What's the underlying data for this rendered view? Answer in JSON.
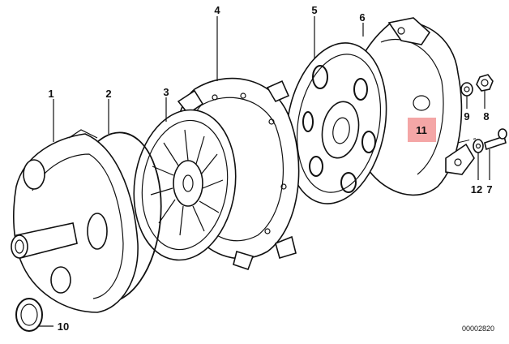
{
  "diagram": {
    "callouts": [
      "1",
      "2",
      "3",
      "4",
      "5",
      "6",
      "7",
      "8",
      "9",
      "10",
      "12"
    ],
    "highlighted_callout": "11",
    "highlight_color": "#f4a6a6",
    "reference_number": "00002820"
  }
}
